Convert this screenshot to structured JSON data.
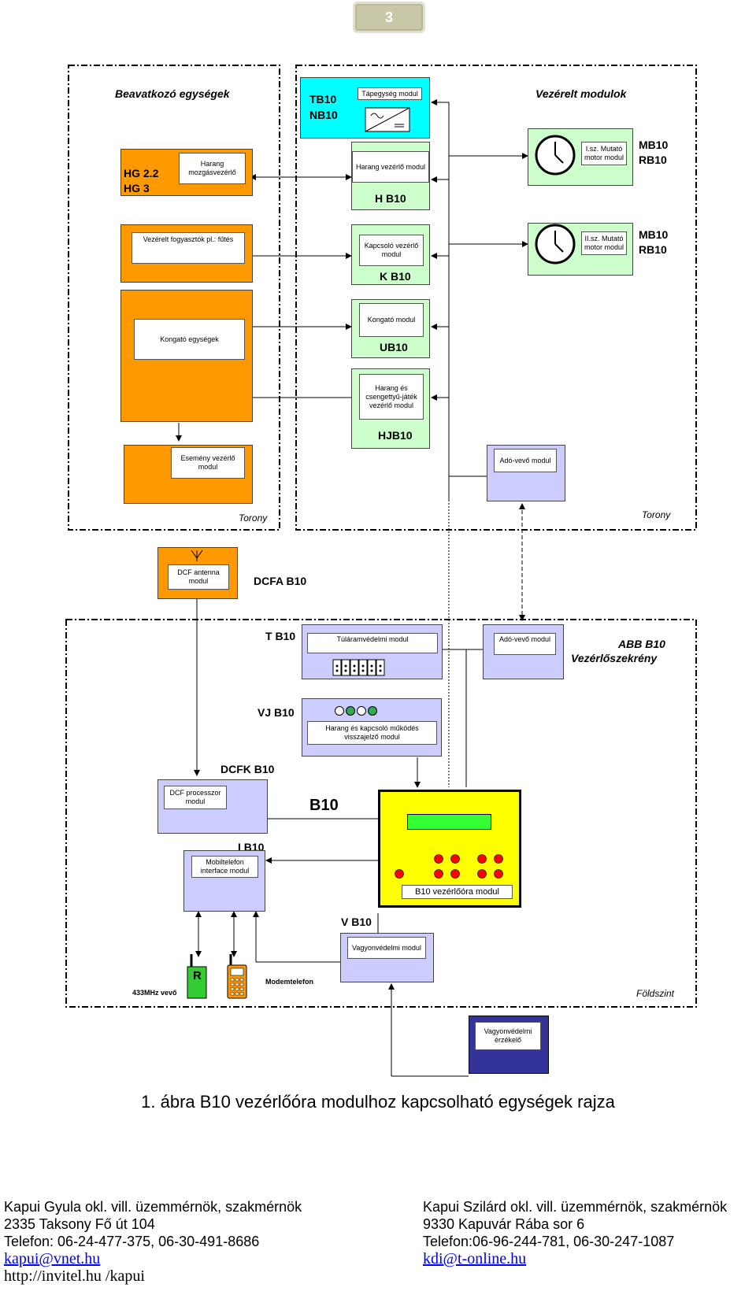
{
  "page_number": "3",
  "groups": {
    "left_title": "Beavatkozó  egységek",
    "right_title": "Vezérelt modulok",
    "tower_left": "Torony",
    "tower_right": "Torony",
    "cabinet_title": "ABB B10",
    "cabinet_sub": "Vezérlőszekrény",
    "ground": "Földszint"
  },
  "modules": {
    "tb10": {
      "name1": "TB10",
      "name2": "NB10",
      "inner": "Tápegység modul"
    },
    "hb10": {
      "inner": "Harang vezérlő modul",
      "name": "H B10"
    },
    "kb10": {
      "inner": "Kapcsoló vezérlő modul",
      "name": "K B10"
    },
    "ub10": {
      "inner": "Kongató modul",
      "name": "UB10"
    },
    "hjb10": {
      "inner": "Harang és csengettyű-játék vezérlő modul",
      "name": "HJB10"
    },
    "adovevo_top": {
      "inner": "Adó-vevő modul"
    },
    "mb10_1": {
      "inner": "I.sz. Mutató motor modul",
      "name1": "MB10",
      "name2": "RB10"
    },
    "mb10_2": {
      "inner": "II.sz. Mutató motor modul",
      "name1": "MB10",
      "name2": "RB10"
    },
    "hg": {
      "name1": "HG 2.2",
      "name2": "HG 3",
      "inner": "Harang mozgásvezérlő"
    },
    "futes": {
      "inner": "Vezérelt fogyasztók pl.: fűtés"
    },
    "kongato_egys": {
      "inner": "Kongató egységek"
    },
    "esemeny": {
      "inner": "Esemény vezérlő modul"
    },
    "dcfa": {
      "inner": "DCF antenna modul",
      "name": "DCFA B10"
    },
    "tb10_cab": {
      "name": "T B10",
      "inner": "Túláramvédelmi modul"
    },
    "adovevo_cab": {
      "inner": "Adó-vevő modul"
    },
    "vj": {
      "name": "VJ B10",
      "inner": "Harang  és  kapcsoló működés visszajelző modul"
    },
    "dcfk": {
      "name": "DCFK B10",
      "inner": "DCF processzor modul"
    },
    "b10": {
      "name": "B10",
      "inner": "B10 vezérlőóra modul"
    },
    "ib10": {
      "name": "I B10",
      "inner": "Mobiltelefon interface modul"
    },
    "vb10": {
      "name": "V B10",
      "inner": "Vagyonvédelmi modul"
    },
    "receiver": {
      "label": "433MHz vevő",
      "letter": "R"
    },
    "modem": {
      "label": "Modemtelefon"
    },
    "sensor": {
      "inner": "Vagyonvédelmi érzékelő"
    }
  },
  "caption": "1. ábra B10 vezérlőóra modulhoz kapcsolható egységek rajza",
  "footer": {
    "left": {
      "line1": "Kapui Gyula okl. vill. üzemmérnök, szakmérnök",
      "line2": "2335 Taksony Fő út 104",
      "line3": "Telefon: 06-24-477-375, 06-30-491-8686",
      "email": "kapui@vnet.hu",
      "url": "http://invitel.hu /kapui"
    },
    "right": {
      "line1": "Kapui Szilárd okl. vill. üzemmérnök, szakmérnök",
      "line2": "9330 Kapuvár Rába sor 6",
      "line3": "Telefon:06-96-244-781, 06-30-247-1087",
      "email": "kdi@t-online.hu"
    }
  },
  "colors": {
    "orange": "#ff9900",
    "green": "#ccffcc",
    "lavender": "#ccccff",
    "cyan": "#00ffff",
    "yellow": "#ffff00",
    "navy": "#333399",
    "phone_green": "#33cc33"
  },
  "icons": [
    "clock-icon",
    "power-supply-icon",
    "antenna-icon",
    "led-icon",
    "fuse-icon",
    "radio-receiver-icon",
    "mobile-phone-icon"
  ]
}
